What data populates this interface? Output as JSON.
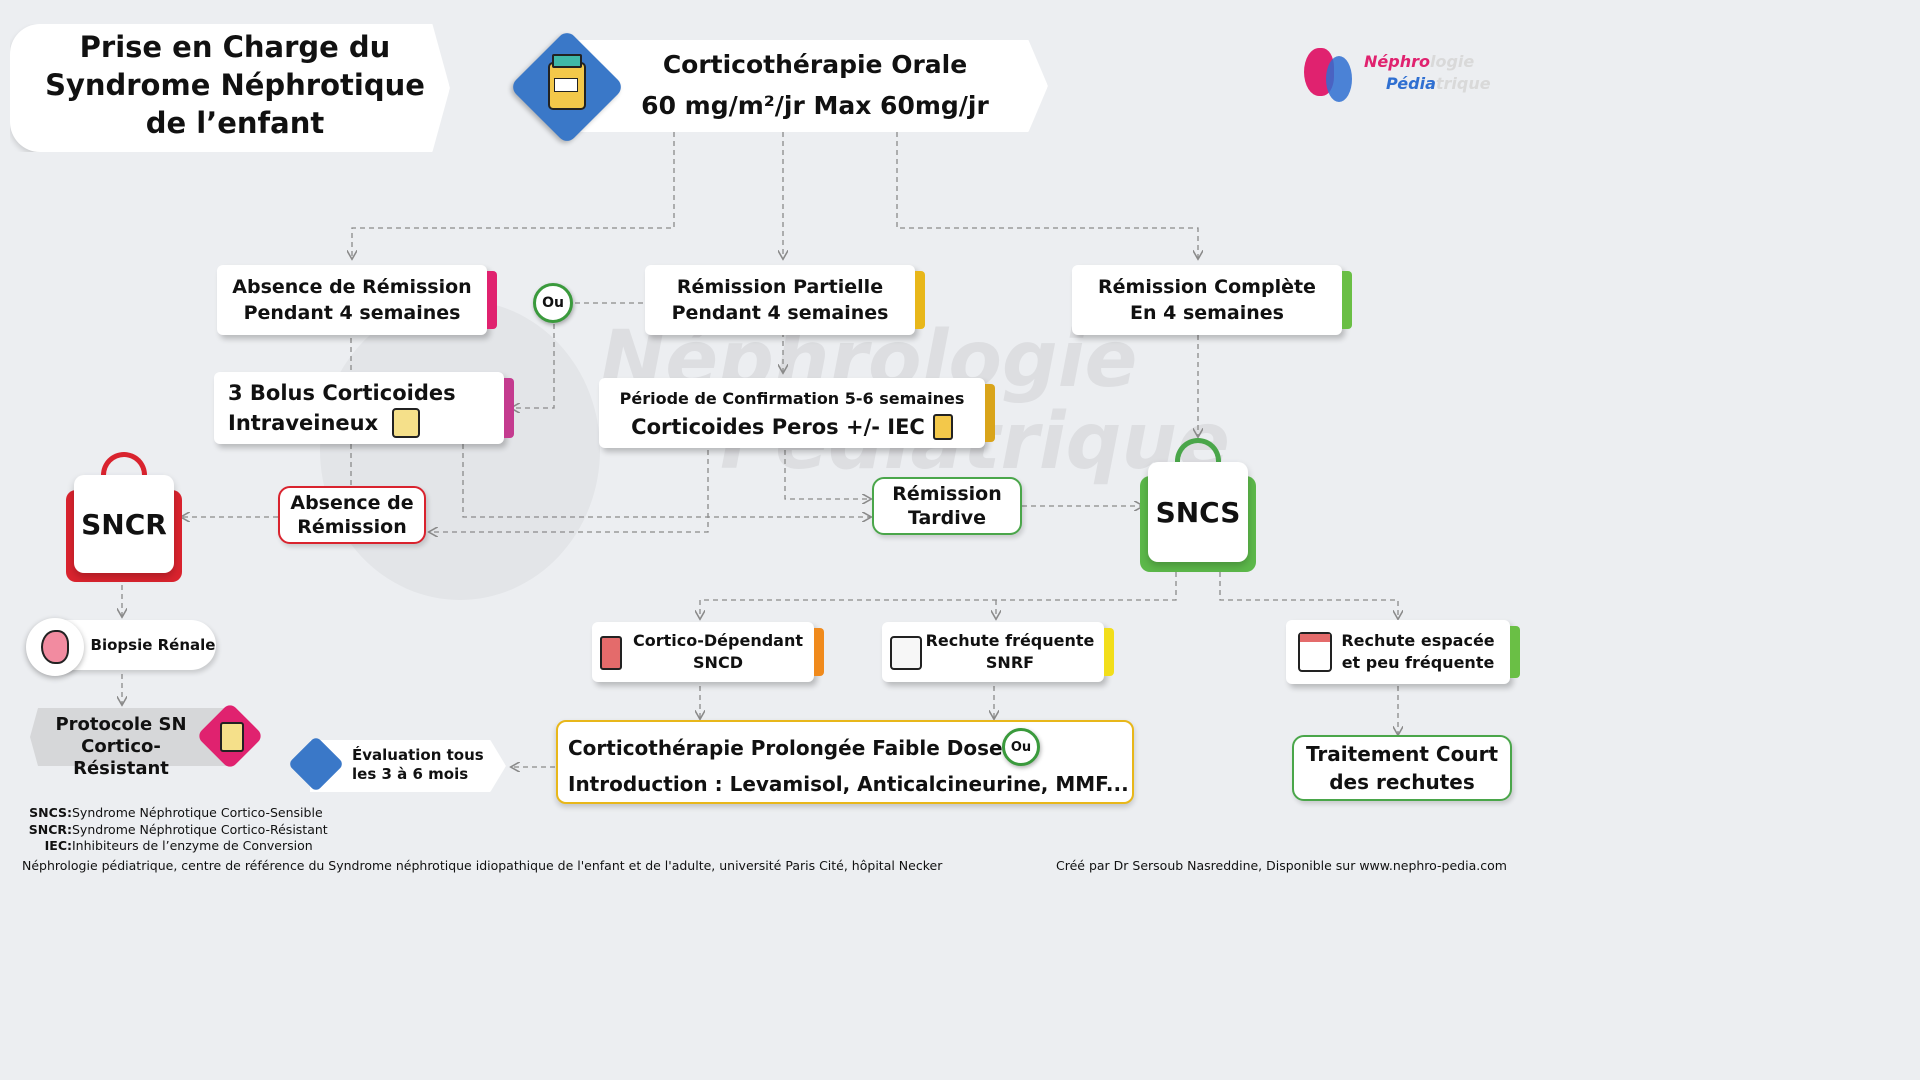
{
  "title": {
    "line1": "Prise en Charge du",
    "line2": "Syndrome Néphrotique",
    "line3": "de l’enfant"
  },
  "header": {
    "line1": "Corticothérapie Orale",
    "line2": "60 mg/m²/jr Max 60mg/jr"
  },
  "logo": {
    "a1": "Néphro",
    "a2": "logie",
    "b1": "Pédia",
    "b2": "trique"
  },
  "watermark": {
    "line1": "Néphrologie",
    "line2": "Pédiatrique"
  },
  "ou_label": "Ou",
  "absence_remission": {
    "line1": "Absence de Rémission",
    "line2": "Pendant 4 semaines"
  },
  "remission_partielle": {
    "line1": "Rémission Partielle",
    "line2": "Pendant 4 semaines"
  },
  "remission_complete": {
    "line1": "Rémission Complète",
    "line2": "En 4 semaines"
  },
  "bolus": {
    "line1": "3 Bolus Corticoides",
    "line2": "Intraveineux"
  },
  "confirmation": {
    "line1": "Période de Confirmation 5-6 semaines",
    "line2": "Corticoides Peros +/- IEC"
  },
  "sncr": "SNCR",
  "sncs": "SNCS",
  "absence_de_remission": {
    "line1": "Absence de",
    "line2": "Rémission"
  },
  "remission_tardive": {
    "line1": "Rémission",
    "line2": "Tardive"
  },
  "biopsie": "Biopsie Rénale",
  "protocole": {
    "line1": "Protocole SN",
    "line2": "Cortico-Résistant"
  },
  "evaluation": {
    "line1": "Évaluation tous",
    "line2": "les 3 à 6 mois"
  },
  "cortico_dependant": {
    "line1": "Cortico-Dépendant",
    "line2": "SNCD"
  },
  "rechute_frequente": {
    "line1": "Rechute fréquente",
    "line2": "SNRF"
  },
  "rechute_espacee": {
    "line1": "Rechute espacée",
    "line2": "et peu fréquente"
  },
  "prolongee": {
    "line1": "Corticothérapie Prolongée Faible Dose",
    "line2": "Introduction : Levamisol, Anticalcineurine, MMF..."
  },
  "traitement_court": {
    "line1": "Traitement Court",
    "line2": "des rechutes"
  },
  "legend": [
    {
      "abbr": "SNCS:",
      "text": "Syndrome Néphrotique Cortico-Sensible"
    },
    {
      "abbr": "SNCR:",
      "text": "Syndrome Néphrotique Cortico-Résistant"
    },
    {
      "abbr": "IEC:",
      "text": "Inhibiteurs de l’enzyme de Conversion"
    }
  ],
  "footer": {
    "left": "Néphrologie pédiatrique, centre de référence du Syndrome néphrotique idiopathique de l'enfant et de l'adulte, université Paris Cité, hôpital Necker",
    "right": "Créé par Dr Sersoub Nasreddine, Disponible sur www.nephro-pedia.com"
  },
  "colors": {
    "pink": "#e0226f",
    "yellow": "#e8b71a",
    "green": "#6abf45",
    "red": "#d9232e",
    "orange": "#f08a1c",
    "blue": "#3a78c8"
  }
}
